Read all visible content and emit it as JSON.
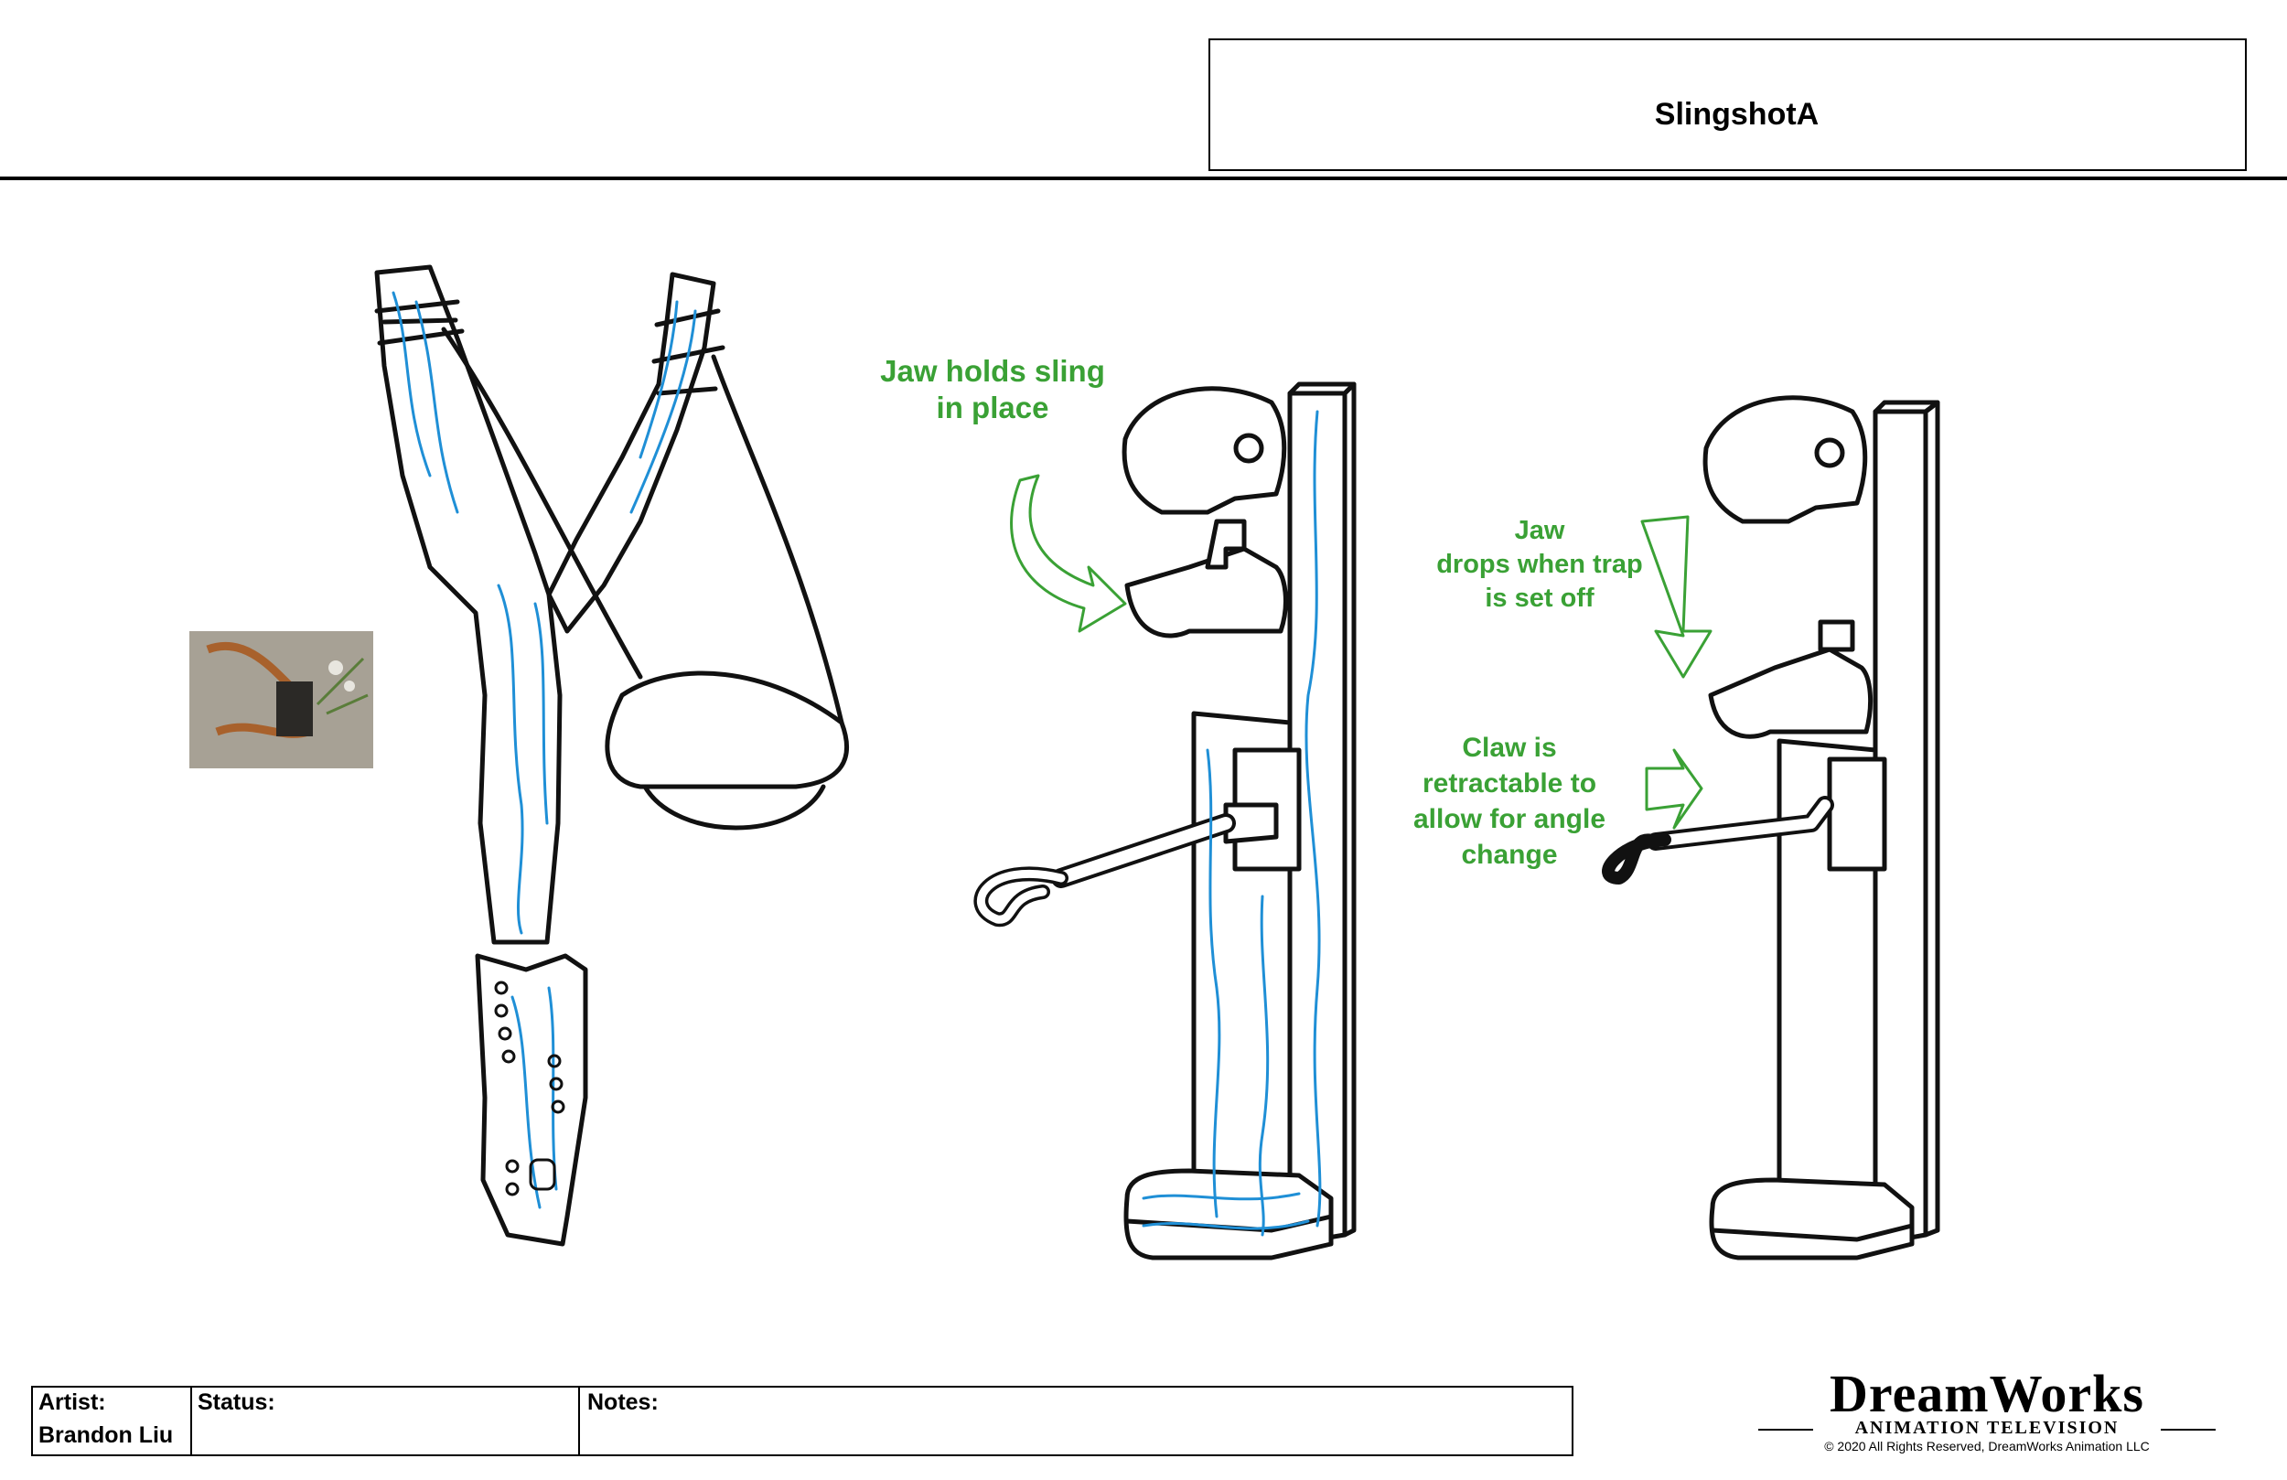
{
  "sheet": {
    "title": "SlingshotA"
  },
  "annotations": {
    "jaw_holds": "Jaw holds sling\nin place",
    "jaw_drops": "Jaw\ndrops when trap\nis set off",
    "claw": "Claw is\nretractable to\nallow for angle\nchange"
  },
  "info_table": {
    "artist_label": "Artist:",
    "artist_value": "Brandon Liu",
    "status_label": "Status:",
    "notes_label": "Notes:"
  },
  "logo": {
    "main": "DreamWorks",
    "sub": "ANIMATION TELEVISION",
    "copyright": "© 2020 All Rights Reserved, DreamWorks Animation LLC"
  },
  "colors": {
    "wood_grain": "#1f8fd6",
    "annotation": "#3aa135",
    "outline": "#111111"
  }
}
